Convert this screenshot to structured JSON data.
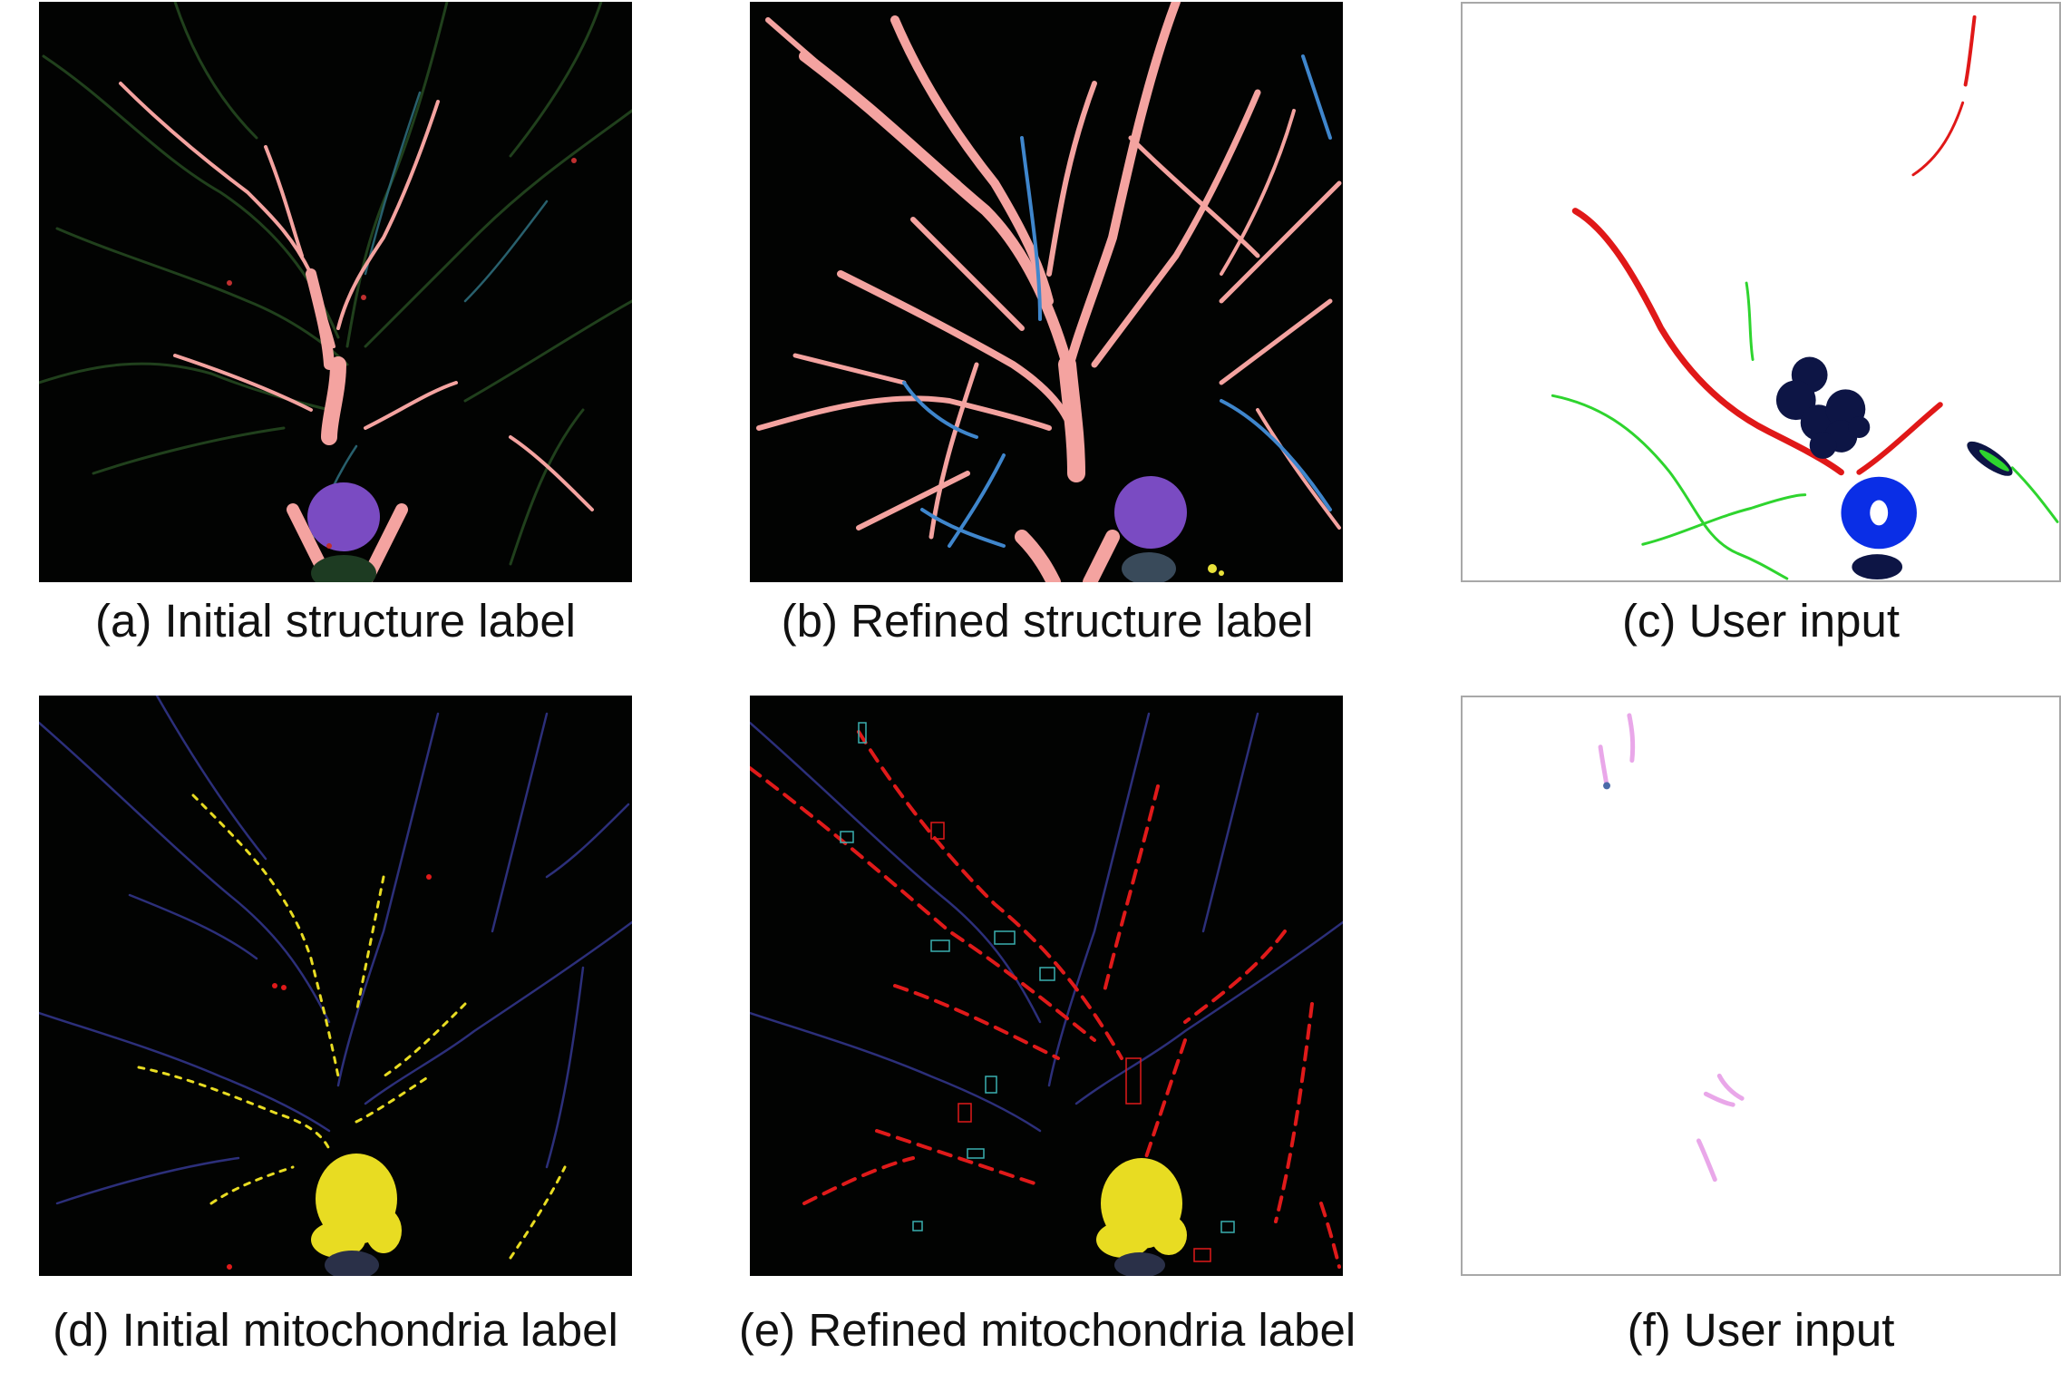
{
  "figure": {
    "panels": [
      {
        "id": "a",
        "caption": "(a) Initial structure label"
      },
      {
        "id": "b",
        "caption": "(b) Refined structure label"
      },
      {
        "id": "c",
        "caption": "(c) User input"
      },
      {
        "id": "d",
        "caption": "(d) Initial mitochondria label"
      },
      {
        "id": "e",
        "caption": "(e) Refined mitochondria label"
      },
      {
        "id": "f",
        "caption": "(f) User input"
      }
    ]
  },
  "colors": {
    "dark_background": "#020302",
    "dendrite_salmon": "#f4a3a0",
    "soma_purple": "#7a4bc2",
    "faint_green": "#2f5a2f",
    "faint_blue": "#2a4f7a",
    "dendrite_blue": "#3f86cc",
    "mito_yellow": "#f2e11c",
    "mito_red": "#e01a1a",
    "mito_blue": "#2c2f7a",
    "input_red": "#e01818",
    "input_green": "#2ed42e",
    "input_navy": "#0d1545",
    "input_blue": "#0a2ee6",
    "input_pink": "#e9a7e9"
  }
}
